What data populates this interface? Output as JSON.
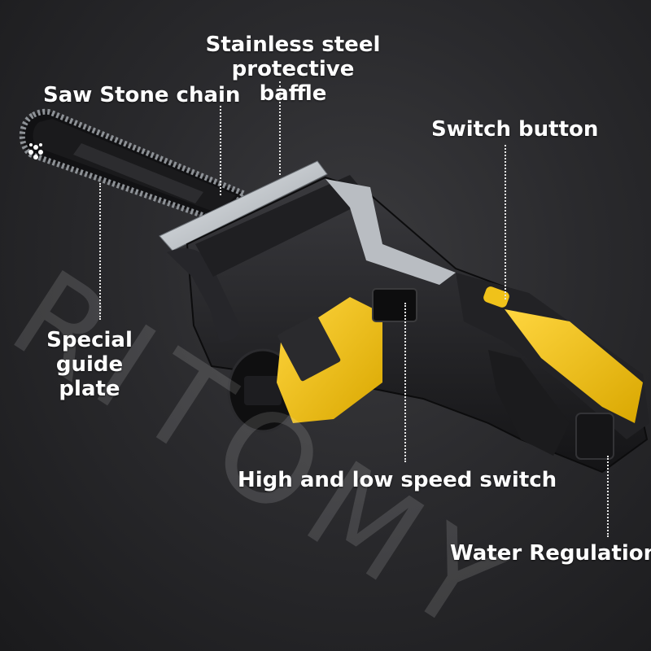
{
  "callouts": {
    "baffle_line1": "Stainless steel",
    "baffle_line2": "protective baffle",
    "chain": "Saw Stone chain",
    "switch": "Switch button",
    "guide_line1": "Special guide",
    "guide_line2": "plate",
    "speed": "High and low speed switch",
    "water": "Water Regulation"
  },
  "watermark": "RITOMY",
  "colors": {
    "accent_yellow": "#f0c21a",
    "body_black": "#1c1c1e",
    "steel": "#c9cdd2",
    "text": "#ffffff"
  }
}
